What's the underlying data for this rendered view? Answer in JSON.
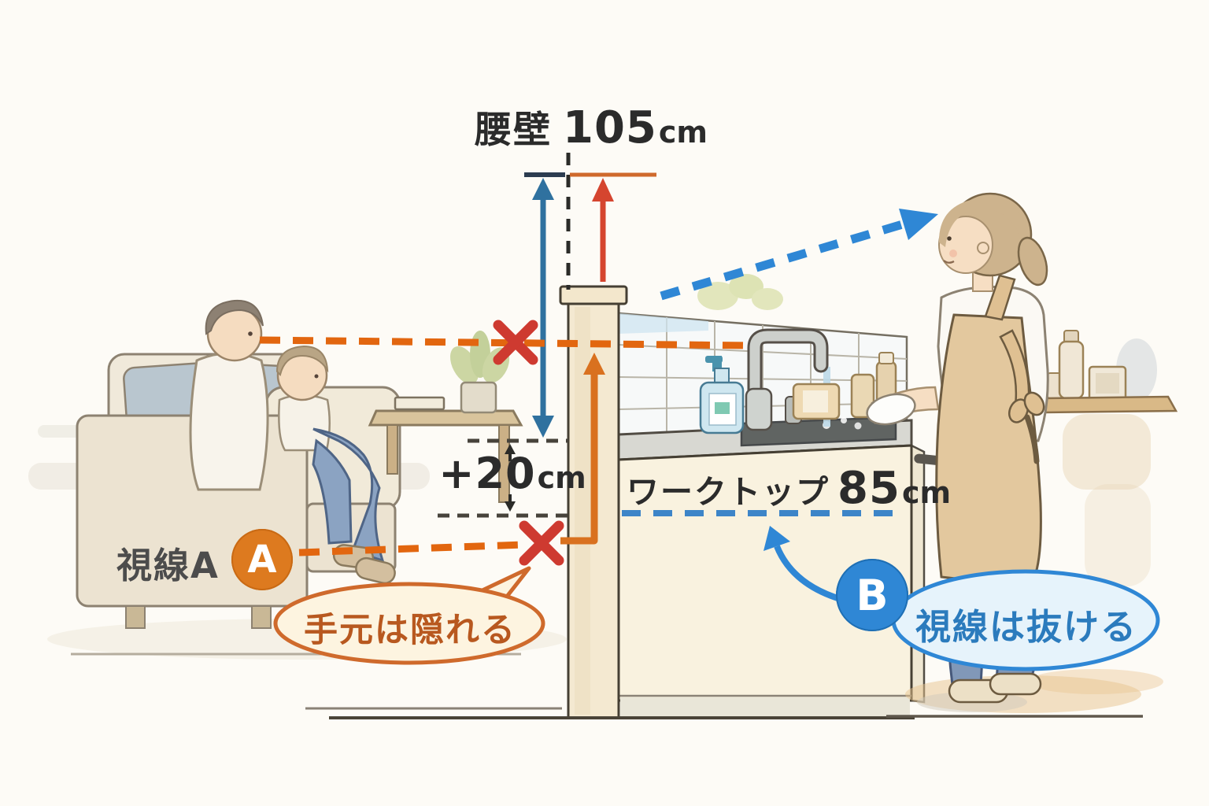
{
  "illustration": {
    "background": "#fdfbf6",
    "title": {
      "label": "腰壁",
      "value": "105",
      "unit": "cm"
    },
    "gap_measure": {
      "value": "+20",
      "unit": "cm"
    },
    "worktop": {
      "label": "ワークトップ",
      "value": "85",
      "unit": "cm"
    },
    "sight_line_a": {
      "label": "視線A",
      "badge": "A",
      "callout": "手元は隠れる"
    },
    "sight_line_b": {
      "badge": "B",
      "callout": "視線は抜ける"
    },
    "colors": {
      "orange_accent": "#dd7a1f",
      "blue_accent": "#2f87d5",
      "cross_red": "#ce3a30",
      "measure_blue": "#2f719f",
      "measure_red": "#d5452f",
      "worktop_dash_blue": "#3d85c8",
      "sight_dash_orange": "#e2660f",
      "text_dark": "#2b2b2b"
    }
  }
}
